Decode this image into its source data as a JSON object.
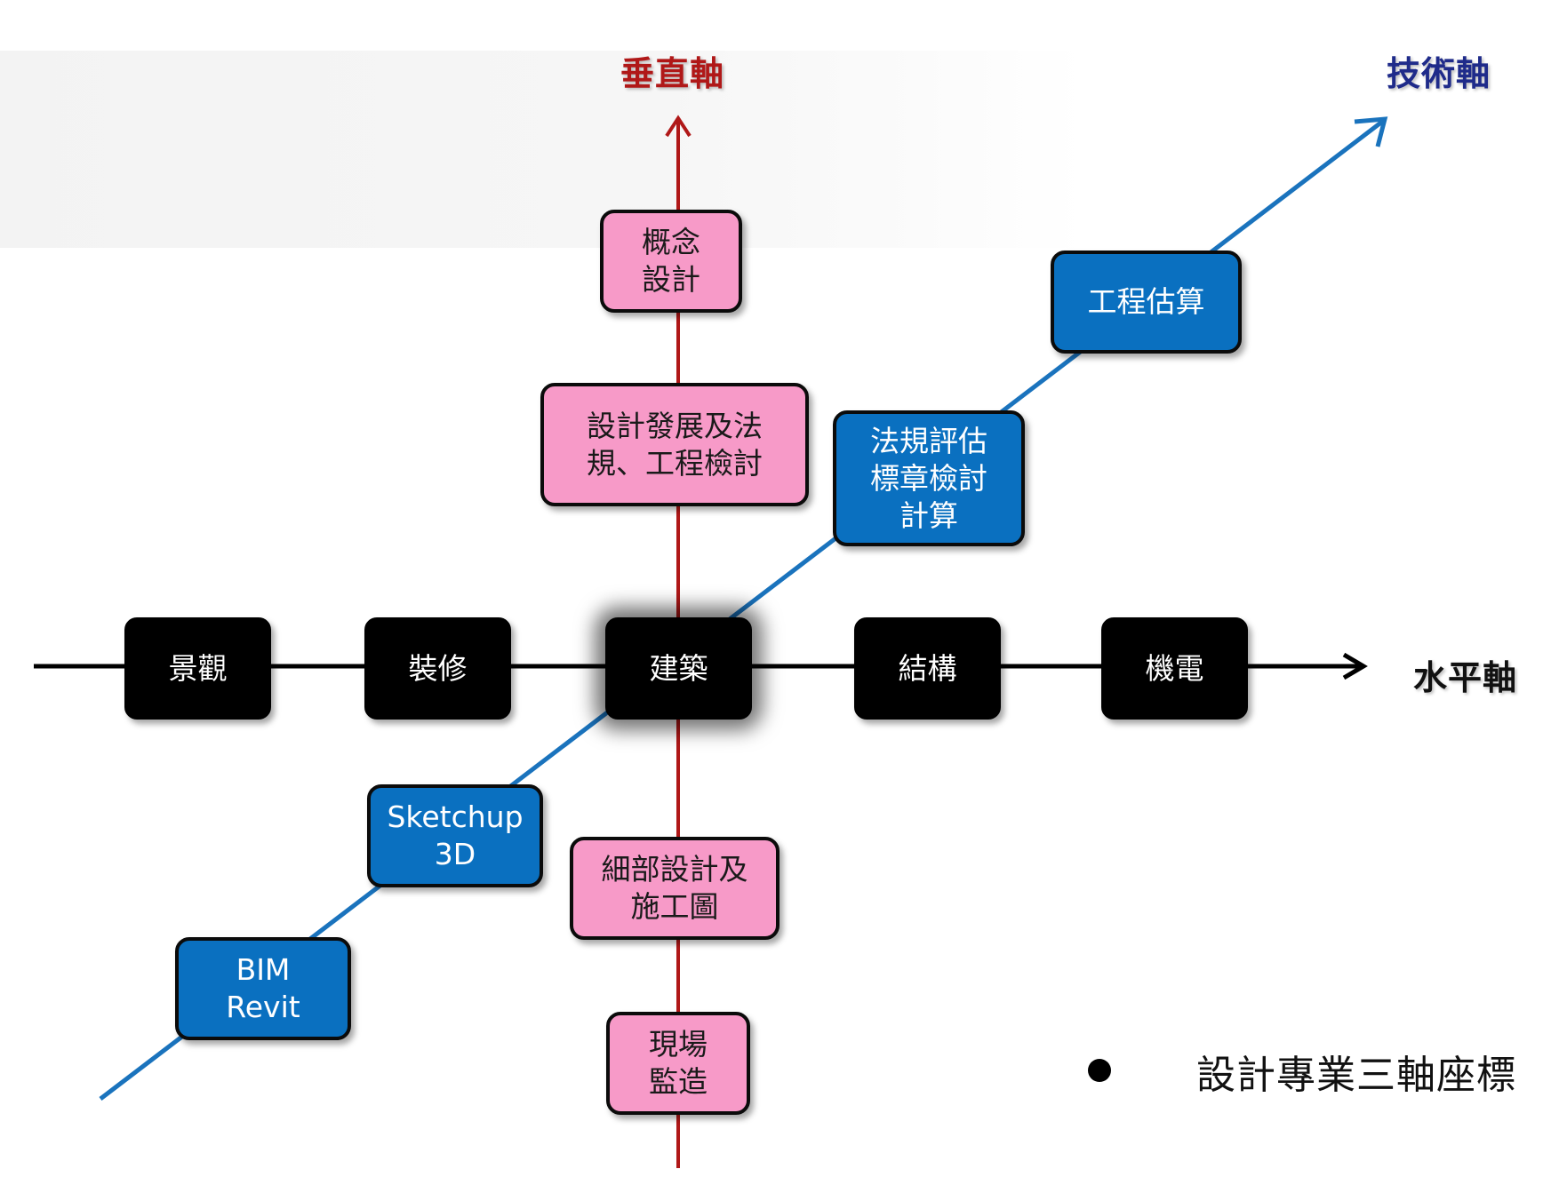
{
  "colors": {
    "vertical_axis": "#b01818",
    "technical_axis": "#1a73bd",
    "horizontal_axis": "#000000",
    "pink_box": "#f79ac8",
    "blue_box": "#0a70c0",
    "black_box": "#000000",
    "vertical_title": "#b01818",
    "technical_title": "#1f2b8a",
    "horizontal_title": "#111111"
  },
  "axes": {
    "vertical": "垂直軸",
    "technical": "技術軸",
    "horizontal": "水平軸"
  },
  "vertical_nodes": {
    "concept": "概念\n設計",
    "development": "設計發展及法\n規、工程檢討",
    "detail": "細部設計及\n施工圖",
    "supervision": "現場\n監造"
  },
  "horizontal_nodes": {
    "landscape": "景觀",
    "interior": "裝修",
    "architecture": "建築",
    "structure": "結構",
    "mep": "機電"
  },
  "technical_nodes": {
    "estimate": "工程估算",
    "regulation": "法規評估\n標章檢討\n計算",
    "sketchup": "Sketchup\n3D",
    "bim": "BIM\nRevit"
  },
  "caption": {
    "text": "設計專業三軸座標"
  }
}
